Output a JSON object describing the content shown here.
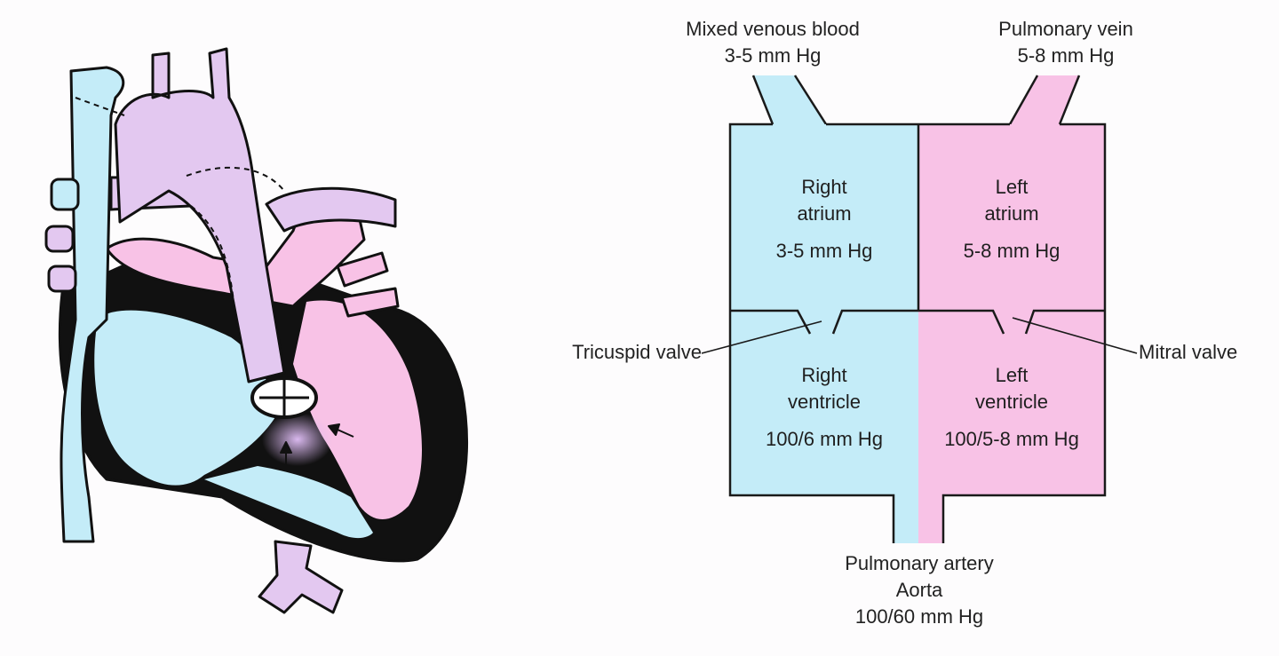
{
  "diagram": {
    "colors": {
      "deoxygenated": "#c4ecf8",
      "oxygenated": "#f8c2e6",
      "mixed": "#e3c8f0",
      "muscle": "#111111",
      "background": "#fdfcfd"
    },
    "top_labels": {
      "mixed_venous": {
        "name": "Mixed venous blood",
        "pressure": "3-5 mm Hg"
      },
      "pulmonary_vein": {
        "name": "Pulmonary vein",
        "pressure": "5-8 mm Hg"
      }
    },
    "chambers": {
      "right_atrium": {
        "line1": "Right",
        "line2": "atrium",
        "pressure": "3-5 mm Hg"
      },
      "left_atrium": {
        "line1": "Left",
        "line2": "atrium",
        "pressure": "5-8 mm Hg"
      },
      "right_ventricle": {
        "line1": "Right",
        "line2": "ventricle",
        "pressure": "100/6 mm Hg"
      },
      "left_ventricle": {
        "line1": "Left",
        "line2": "ventricle",
        "pressure": "100/5-8 mm Hg"
      }
    },
    "valves": {
      "tricuspid": "Tricuspid valve",
      "mitral": "Mitral valve"
    },
    "outflow": {
      "line1": "Pulmonary artery",
      "line2": "Aorta",
      "pressure": "100/60 mm Hg"
    }
  }
}
